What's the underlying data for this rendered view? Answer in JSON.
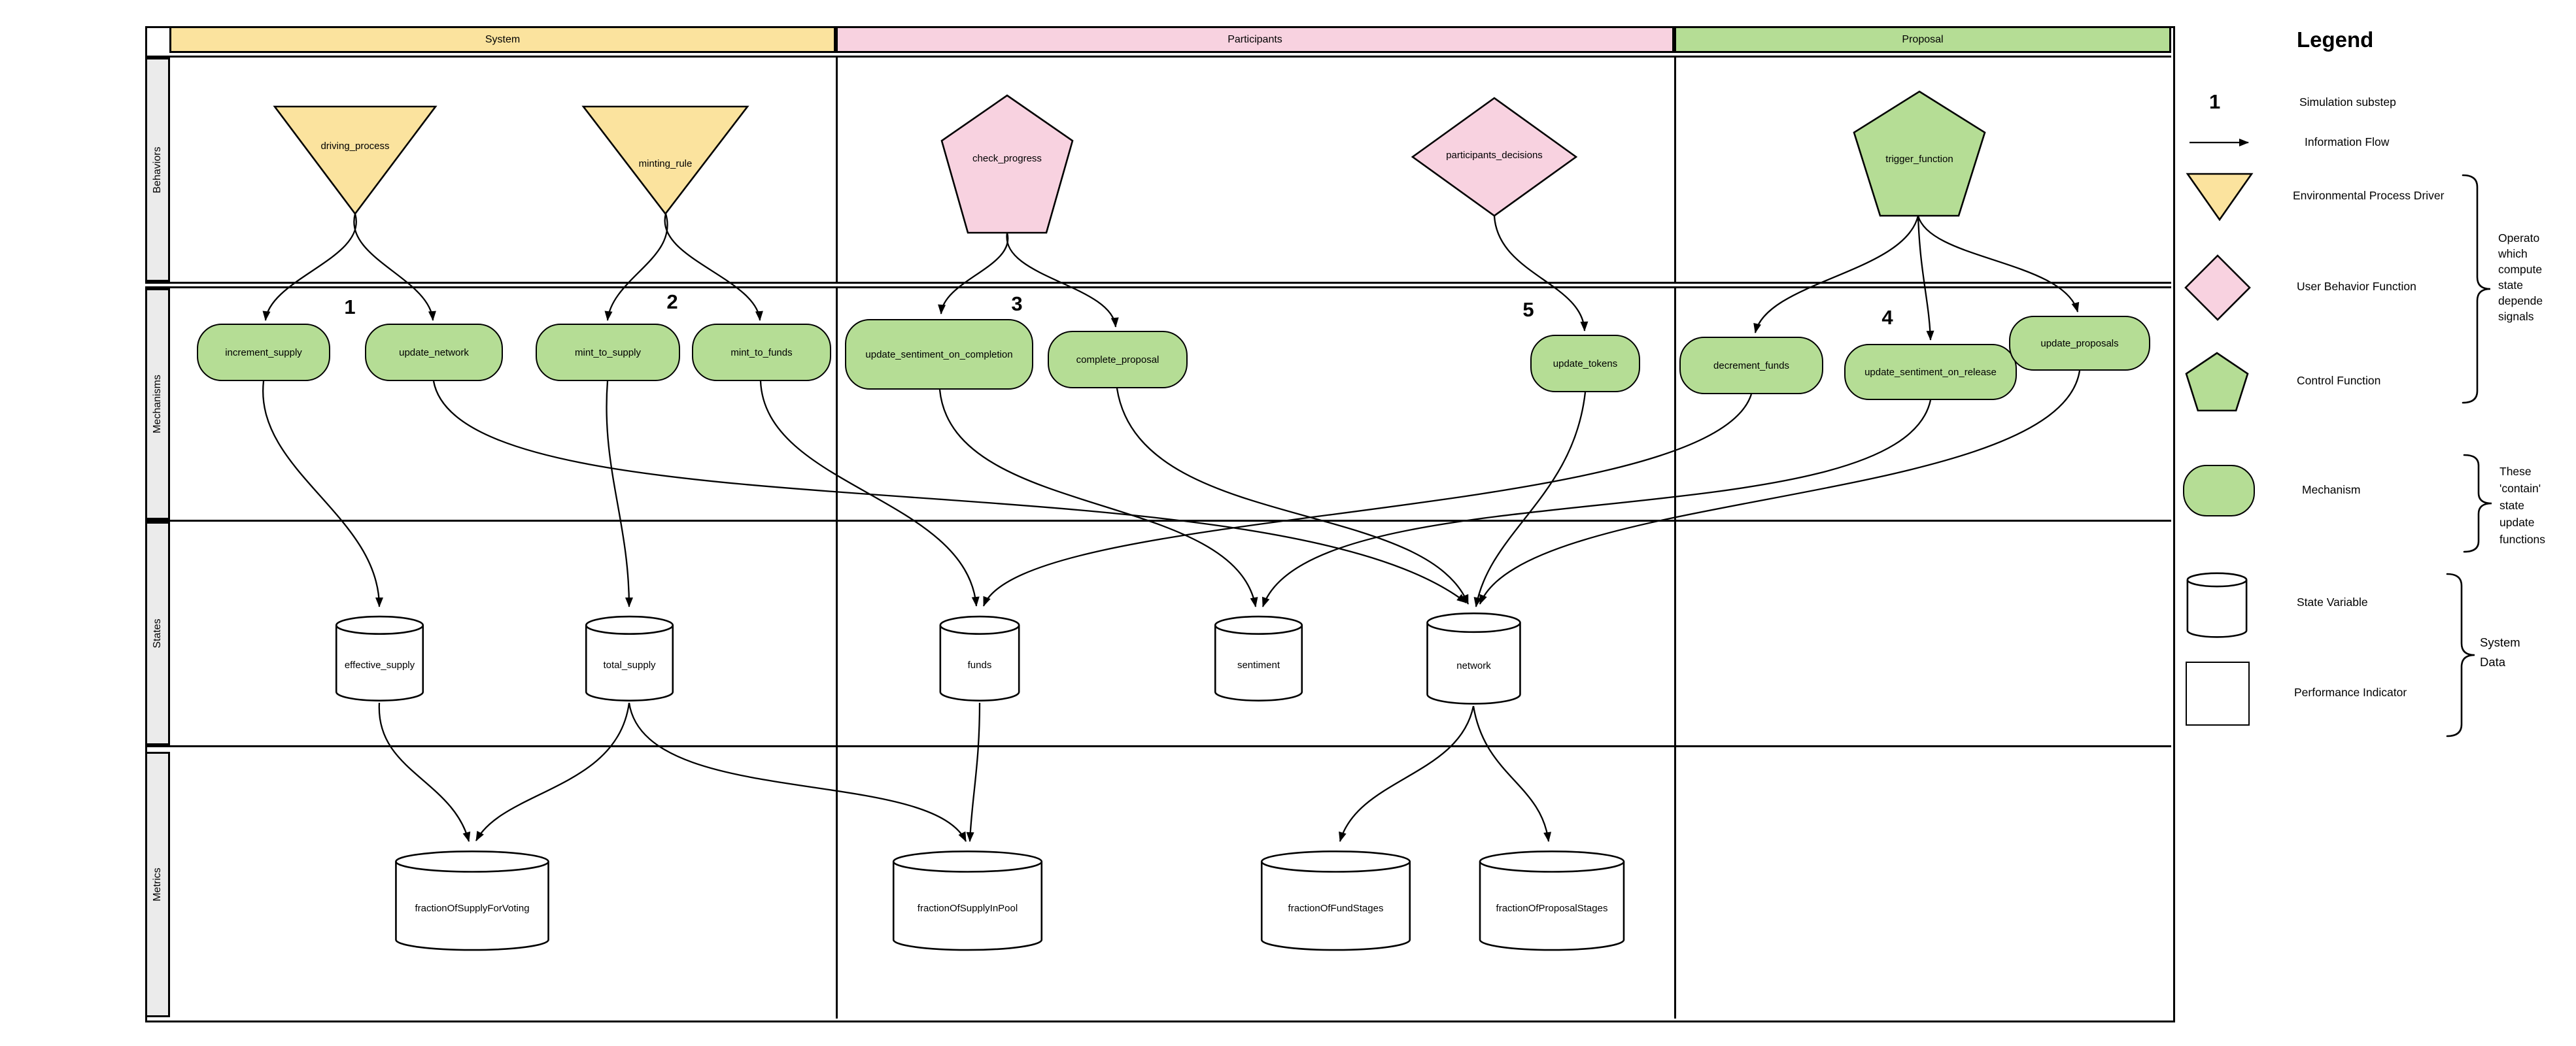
{
  "columns": [
    {
      "label": "System",
      "color": "#fbe39e"
    },
    {
      "label": "Participants",
      "color": "#f8d2e0"
    },
    {
      "label": "Proposal",
      "color": "#b5dd95"
    }
  ],
  "lanes": [
    {
      "label": "Behaviors"
    },
    {
      "label": "Mechanisms"
    },
    {
      "label": "States"
    },
    {
      "label": "Metrics"
    }
  ],
  "substeps": [
    "1",
    "2",
    "3",
    "4",
    "5"
  ],
  "nodes": {
    "driving_process": {
      "label": "driving_process"
    },
    "minting_rule": {
      "label": "minting_rule"
    },
    "check_progress": {
      "label": "check_progress"
    },
    "participants_decisions": {
      "label": "participants_decisions"
    },
    "trigger_function": {
      "label": "trigger_function"
    },
    "increment_supply": {
      "label": "increment_supply"
    },
    "update_network": {
      "label": "update_network"
    },
    "mint_to_supply": {
      "label": "mint_to_supply"
    },
    "mint_to_funds": {
      "label": "mint_to_funds"
    },
    "update_sentiment_on_completion": {
      "label": "update_sentiment_on_completion"
    },
    "complete_proposal": {
      "label": "complete_proposal"
    },
    "update_tokens": {
      "label": "update_tokens"
    },
    "decrement_funds": {
      "label": "decrement_funds"
    },
    "update_sentiment_on_release": {
      "label": "update_sentiment_on_release"
    },
    "update_proposals": {
      "label": "update_proposals"
    },
    "effective_supply": {
      "label": "effective_supply"
    },
    "total_supply": {
      "label": "total_supply"
    },
    "funds": {
      "label": "funds"
    },
    "sentiment": {
      "label": "sentiment"
    },
    "network": {
      "label": "network"
    },
    "fractionOfSupplyForVoting": {
      "label": "fractionOfSupplyForVoting"
    },
    "fractionOfSupplyInPool": {
      "label": "fractionOfSupplyInPool"
    },
    "fractionOfFundStages": {
      "label": "fractionOfFundStages"
    },
    "fractionOfProposalStages": {
      "label": "fractionOfProposalStages"
    }
  },
  "legend": {
    "title": "Legend",
    "substep_symbol": "1",
    "items": [
      {
        "symbol": "substep-number",
        "label": "Simulation substep"
      },
      {
        "symbol": "arrow",
        "label": "Information Flow"
      },
      {
        "symbol": "triangle-down",
        "label": "Environmental Process Driver"
      },
      {
        "symbol": "diamond",
        "label": "User Behavior Function"
      },
      {
        "symbol": "pentagon",
        "label": "Control Function"
      },
      {
        "symbol": "stadium",
        "label": "Mechanism"
      },
      {
        "symbol": "cylinder",
        "label": "State Variable"
      },
      {
        "symbol": "square",
        "label": "Performance Indicator"
      }
    ],
    "annotations": {
      "operators_lines": [
        "Operato",
        "which",
        "compute",
        "state",
        "depende",
        "signals"
      ],
      "contain_lines": [
        "These",
        "'contain'",
        "state",
        "update",
        "functions"
      ],
      "system_data_lines": [
        "System",
        "Data"
      ]
    }
  },
  "colors": {
    "yellow": "#fbe39e",
    "pink": "#f8d2e0",
    "green": "#b5dd95",
    "lane_strip": "#ebebeb",
    "line": "#000000"
  }
}
